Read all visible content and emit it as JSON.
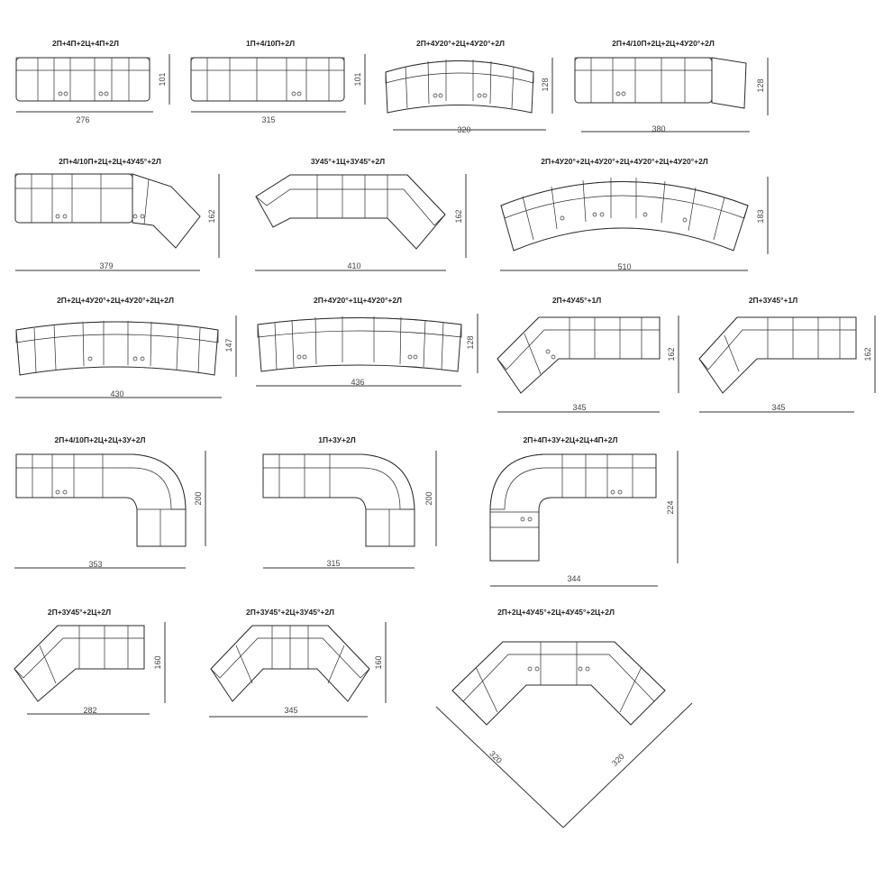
{
  "configurations": [
    {
      "id": "c1",
      "title": "2П+4П+2Ц+4П+2Л",
      "width_dim": "276",
      "height_dim": "101"
    },
    {
      "id": "c2",
      "title": "1П+4/10П+2Л",
      "width_dim": "315",
      "height_dim": "101"
    },
    {
      "id": "c3",
      "title": "2П+4У20°+2Ц+4У20°+2Л",
      "width_dim": "320",
      "height_dim": "128"
    },
    {
      "id": "c4",
      "title": "2П+4/10П+2Ц+2Ц+4У20°+2Л",
      "width_dim": "380",
      "height_dim": "128"
    },
    {
      "id": "c5",
      "title": "2П+4/10П+2Ц+2Ц+4У45°+2Л",
      "width_dim": "379",
      "height_dim": "162"
    },
    {
      "id": "c6",
      "title": "3У45°+1Ц+3У45°+2Л",
      "width_dim": "410",
      "height_dim": "162"
    },
    {
      "id": "c7",
      "title": "2П+4У20°+2Ц+4У20°+2Ц+4У20°+2Ц+4У20°+2Л",
      "width_dim": "510",
      "height_dim": "183"
    },
    {
      "id": "c8",
      "title": "2П+2Ц+4У20°+2Ц+4У20°+2Ц+2Л",
      "width_dim": "430",
      "height_dim": "147"
    },
    {
      "id": "c9",
      "title": "2П+4У20°+1Ц+4У20°+2Л",
      "width_dim": "436",
      "height_dim": "128"
    },
    {
      "id": "c10",
      "title": "2П+4У45°+1Л",
      "width_dim": "345",
      "height_dim": "162"
    },
    {
      "id": "c11",
      "title": "2П+3У45°+1Л",
      "width_dim": "345",
      "height_dim": "162"
    },
    {
      "id": "c12",
      "title": "2П+4/10П+2Ц+2Ц+3У+2Л",
      "width_dim": "353",
      "height_dim": "200"
    },
    {
      "id": "c13",
      "title": "1П+3У+2Л",
      "width_dim": "315",
      "height_dim": "200"
    },
    {
      "id": "c14",
      "title": "2П+4П+3У+2Ц+2Ц+4П+2Л",
      "width_dim": "344",
      "height_dim": "224"
    },
    {
      "id": "c15",
      "title": "2П+3У45°+2Ц+2Л",
      "width_dim": "282",
      "height_dim": "160"
    },
    {
      "id": "c16",
      "title": "2П+3У45°+2Ц+3У45°+2Л",
      "width_dim": "345",
      "height_dim": "160"
    },
    {
      "id": "c17",
      "title": "2П+2Ц+4У45°+2Ц+4У45°+2Ц+2Л",
      "width_dim": "320",
      "height_dim": "320"
    }
  ]
}
